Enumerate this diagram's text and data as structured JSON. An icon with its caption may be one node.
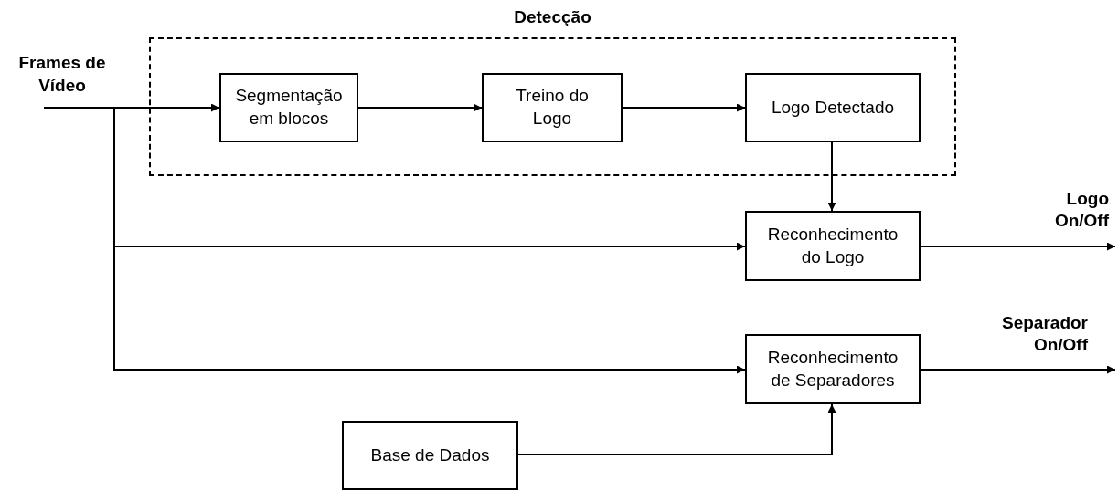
{
  "diagram": {
    "nodes": [
      {
        "text": [
          "Detecção"
        ]
      },
      {
        "text": [
          "Segmentação em blocos"
        ],
        "in": 0
      },
      {
        "text": [
          "Treino do Logo"
        ],
        "in": 0
      },
      {
        "text": [
          "Logo Detectado"
        ],
        "in": 0
      },
      {
        "text": [
          "Reconhecimento do Logo"
        ]
      },
      {
        "text": [
          "Reconhecimento de Separadores"
        ]
      },
      {
        "text": [
          "Base de Dados"
        ]
      },
      {
        "text": [
          "Frames de Vídeo"
        ]
      }
    ],
    "edges": [
      {
        "from": 7,
        "to": 1,
        "arrow": "to"
      },
      {
        "from": 7,
        "to": 4,
        "arrow": "to"
      },
      {
        "from": 7,
        "to": 5,
        "arrow": "to"
      },
      {
        "from": 1,
        "to": 2,
        "arrow": "to"
      },
      {
        "from": 2,
        "to": 3,
        "arrow": "to"
      },
      {
        "from": 3,
        "to": 4,
        "arrow": "to"
      },
      {
        "from": 4,
        "to": null,
        "arrow": "to"
      },
      {
        "from": 5,
        "to": null,
        "arrow": "to"
      },
      {
        "from": 6,
        "to": 5,
        "arrow": "to"
      }
    ],
    "labels": [
      "Logo On/Off",
      "Separador On/Off"
    ]
  }
}
